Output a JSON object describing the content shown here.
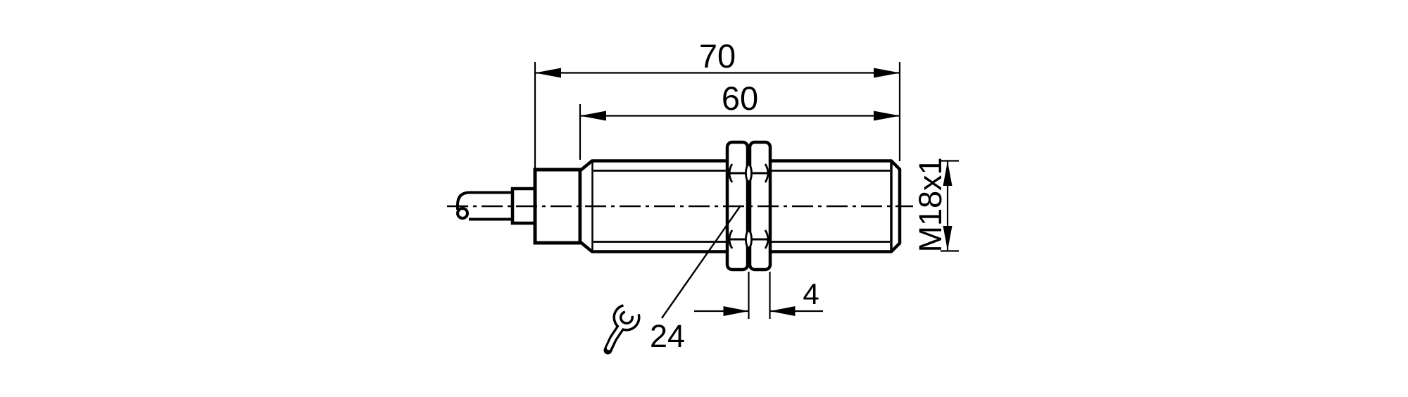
{
  "drawing": {
    "type": "technical-dimension-drawing",
    "subject": "cylindrical threaded sensor, side view with cable",
    "background_color": "#ffffff",
    "line_color": "#000000",
    "dimensions": {
      "overall_length": {
        "label": "70",
        "value": 70
      },
      "thread_length": {
        "label": "60",
        "value": 60
      },
      "thread_spec": {
        "label": "M18x1"
      },
      "nut_width": {
        "label": "4",
        "value": 4
      },
      "wrench_size": {
        "label": "24",
        "value": 24
      }
    },
    "icons": {
      "wrench": "open-end-wrench-icon"
    }
  }
}
